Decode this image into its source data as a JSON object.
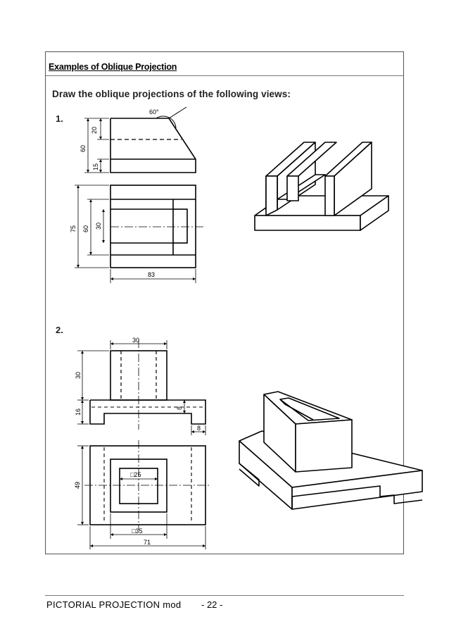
{
  "section_title": "Examples of Oblique Projection",
  "instruction": "Draw the oblique projections of the following views:",
  "problems": [
    {
      "number": "1.",
      "angle_label": "60°",
      "dims": {
        "d20": "20",
        "d60_left": "60",
        "d15": "15",
        "d75": "75",
        "d60_plan": "60",
        "d30": "30",
        "d83": "83"
      }
    },
    {
      "number": "2.",
      "dims": {
        "d30_top": "30",
        "d30_side": "30",
        "d16": "16",
        "d8_v": "8",
        "d8_h": "8",
        "d49": "49",
        "d25": "□25",
        "d35": "□35",
        "d71": "71"
      }
    }
  ],
  "footer": {
    "doc_title": "PICTORIAL PROJECTION mod",
    "page": "- 22 -"
  }
}
